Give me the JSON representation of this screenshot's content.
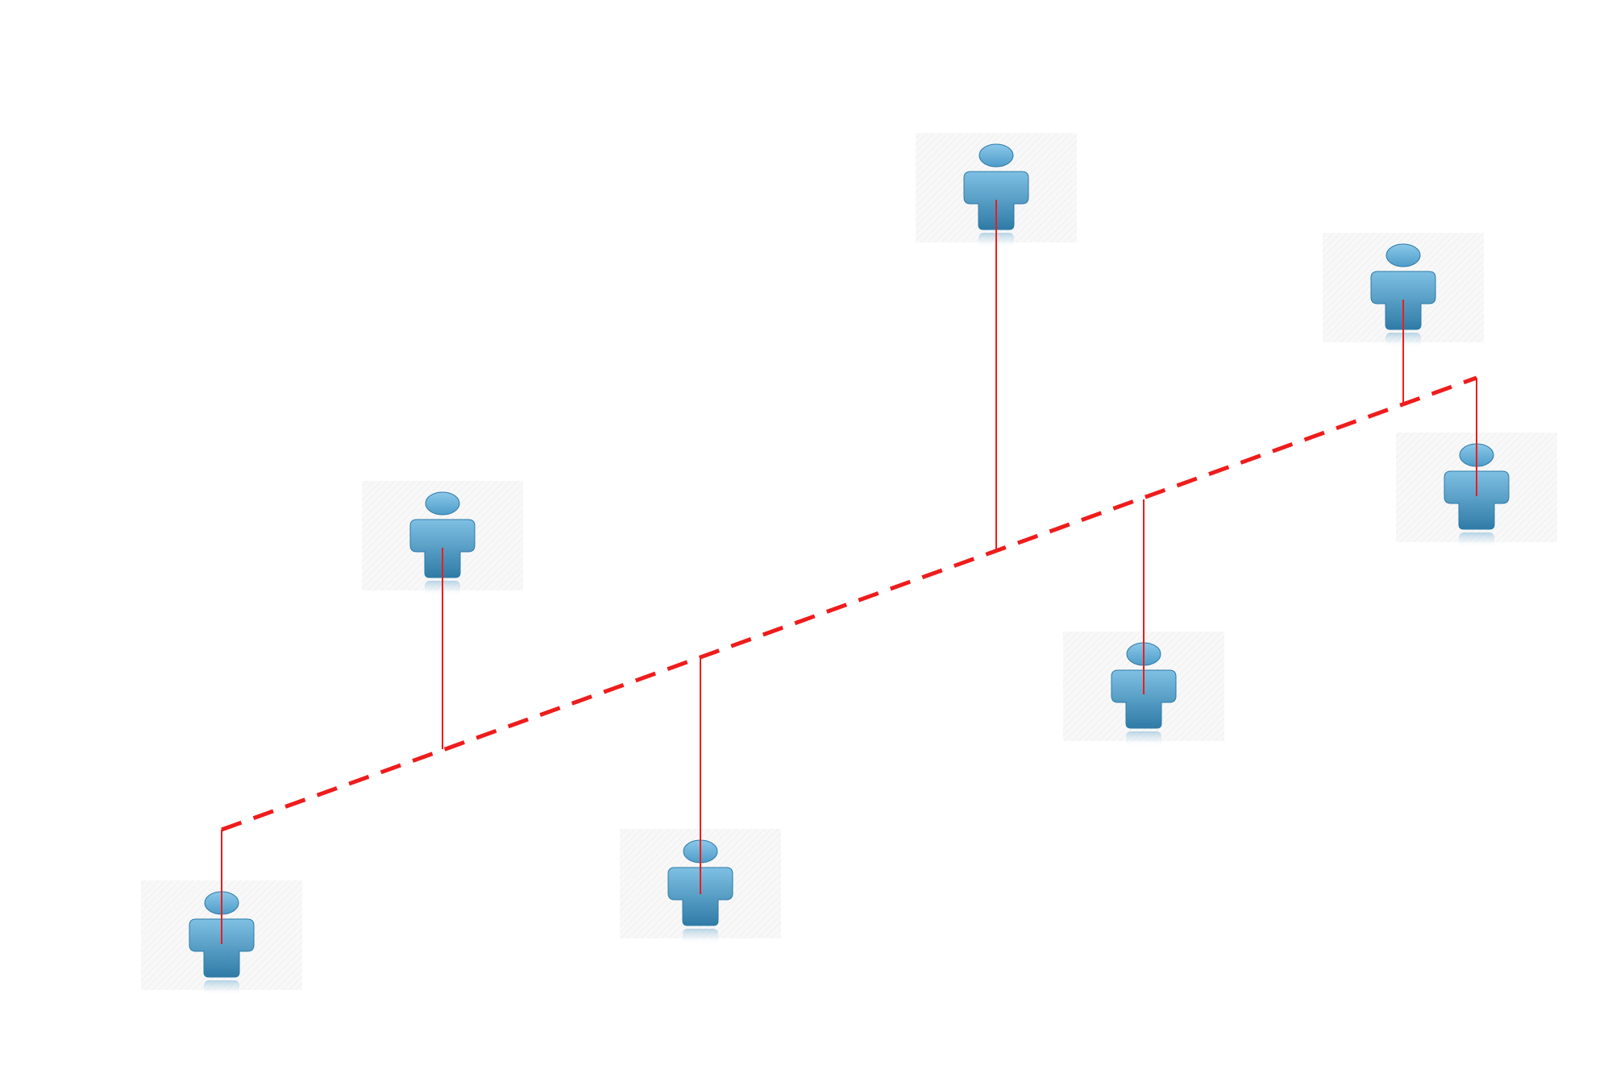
{
  "diagram": {
    "description_kind": "regression-style scatter of person icons with a dashed fitted line and vertical residual lines",
    "icon_name": "person-icon",
    "colors": {
      "background": "#ffffff",
      "icon_top": "#7fc0e4",
      "icon_bottom": "#2f7ba6",
      "icon_stroke": "#2c7aa7",
      "tile": "#f3f3f3",
      "fit_line": "#ee1c1c",
      "residual": "#ee1c1c"
    },
    "people": [
      {
        "id": "person-1"
      },
      {
        "id": "person-2"
      },
      {
        "id": "person-3"
      },
      {
        "id": "person-4"
      },
      {
        "id": "person-5"
      },
      {
        "id": "person-6"
      },
      {
        "id": "person-7"
      }
    ],
    "fit_line_style": "dashed",
    "residual_style": "solid"
  }
}
